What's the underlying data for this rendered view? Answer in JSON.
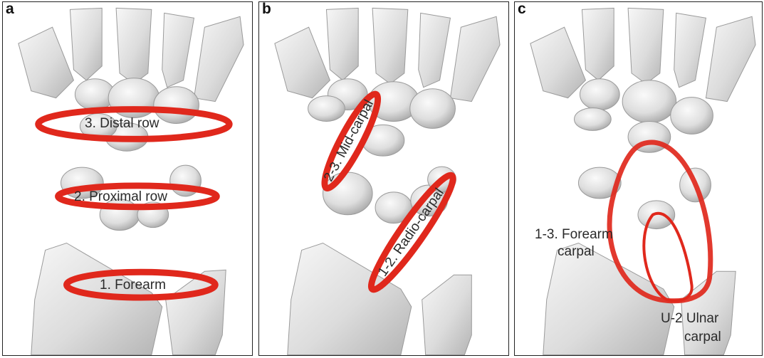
{
  "colors": {
    "ring": "#e0281c",
    "bone": "#e4e4e4",
    "bone_shade": "#a9a9a9",
    "frame": "#222222"
  },
  "panels": [
    {
      "letter": "a",
      "labels": {
        "distal": "3. Distal row",
        "proximal": "2. Proximal row",
        "forearm": "1. Forearm"
      }
    },
    {
      "letter": "b",
      "labels": {
        "midcarpal": "2-3. Mid-carpal",
        "radiocarpal": "1-2. Radio-carpal"
      }
    },
    {
      "letter": "c",
      "labels": {
        "forearm_carpal_1": "1-3. Forearm",
        "forearm_carpal_2": "carpal",
        "ulnar_carpal_1": "U-2 Ulnar",
        "ulnar_carpal_2": "carpal"
      }
    }
  ]
}
